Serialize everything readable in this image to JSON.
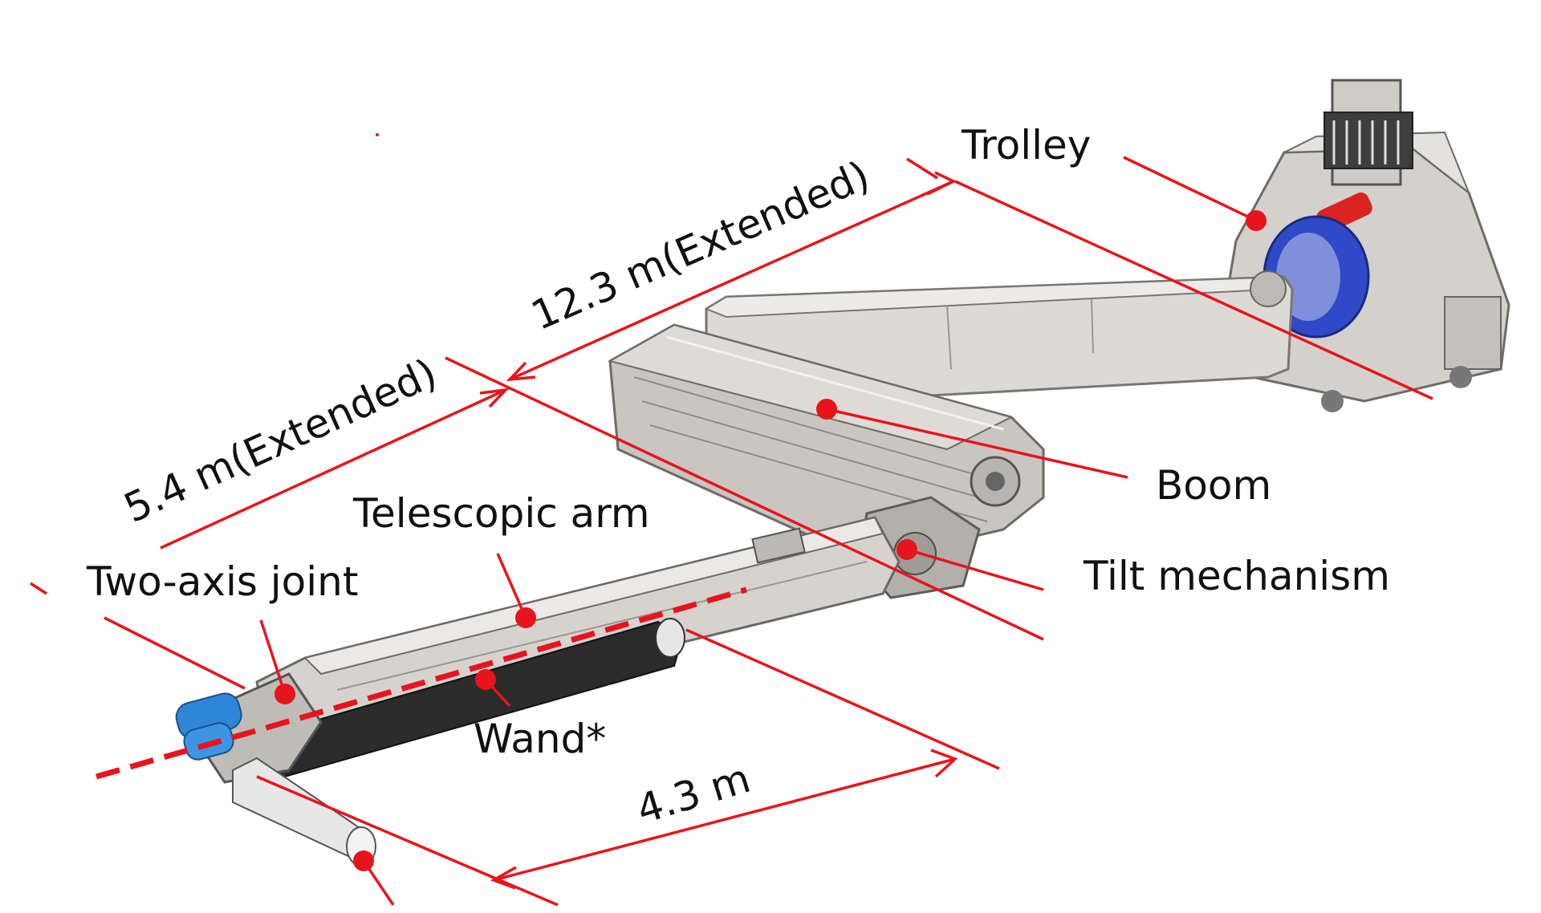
{
  "labels": {
    "trolley": "Trolley",
    "boom": "Boom",
    "tilt_mechanism": "Tilt mechanism",
    "telescopic_arm": "Telescopic arm",
    "two_axis_joint": "Two-axis joint",
    "wand": "Wand*"
  },
  "dimensions": {
    "boom_length": "12.3 m(Extended)",
    "arm_length": "5.4 m(Extended)",
    "wand_length": "4.3 m"
  },
  "colors": {
    "annotation": "#e8141c",
    "metal_light": "#d9d6d2",
    "metal_mid": "#bdb9b4",
    "metal_dark": "#8e8a85",
    "bearing_blue": "#2f49c8",
    "wand_black": "#2b2b2b",
    "tool_blue": "#2f86d8"
  }
}
